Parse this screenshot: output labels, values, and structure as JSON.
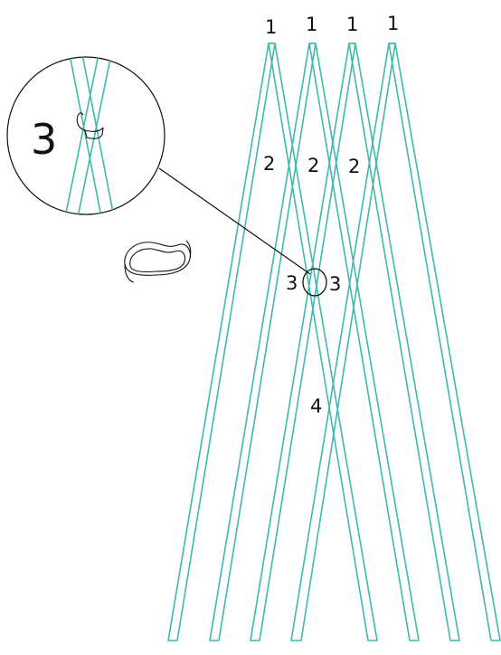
{
  "diagram": {
    "line_color": "#3fb8b0",
    "ink_color": "#111111",
    "top_labels": [
      "1",
      "1",
      "1",
      "1"
    ],
    "cross_labels_row2": [
      "2",
      "2",
      "2"
    ],
    "cross_labels_row3": [
      "3",
      "3"
    ],
    "cross_label_row4": "4",
    "zoom_label": "3",
    "icons": [
      "zoom-circle-icon",
      "wire-tie-icon",
      "tie-clip-icon"
    ]
  }
}
